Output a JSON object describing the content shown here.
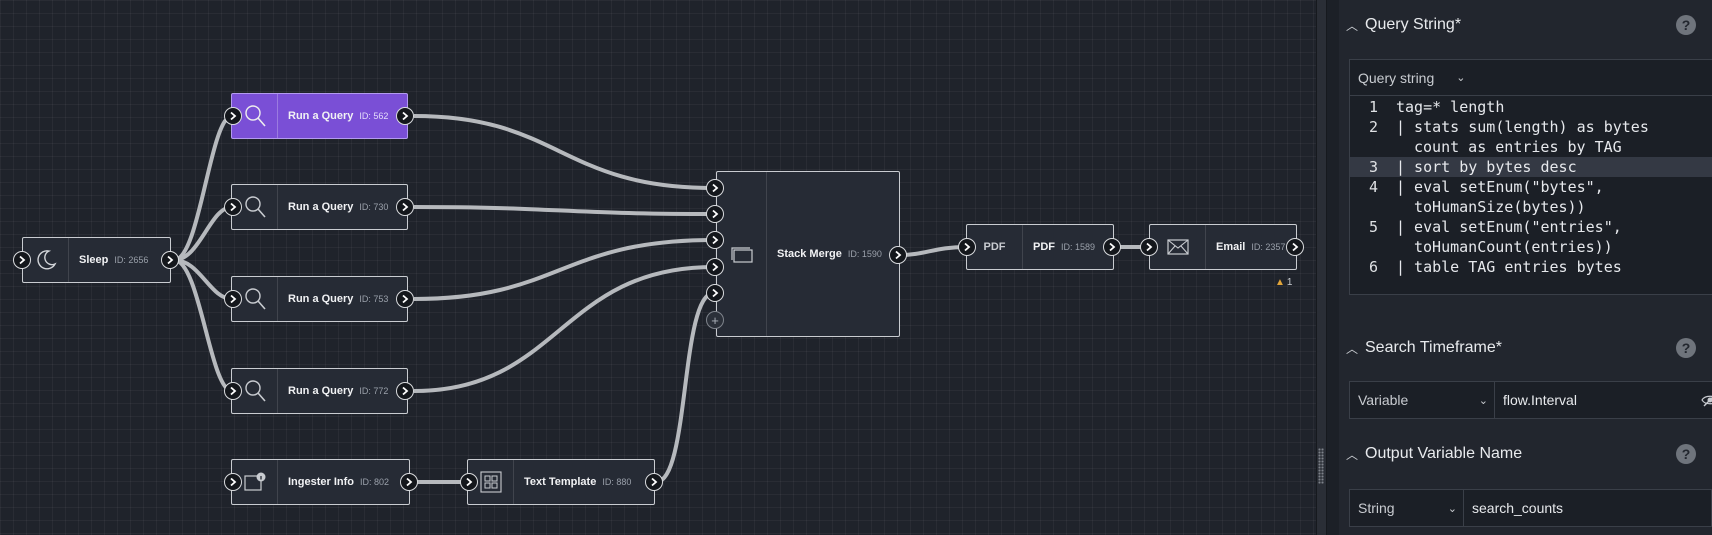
{
  "canvas": {
    "nodes": [
      {
        "key": "sleep",
        "title": "Sleep",
        "id_label": "ID: 2656",
        "icon": "moon-icon"
      },
      {
        "key": "q562",
        "title": "Run a Query",
        "id_label": "ID: 562",
        "icon": "search-icon",
        "selected": true
      },
      {
        "key": "q730",
        "title": "Run a Query",
        "id_label": "ID: 730",
        "icon": "search-icon"
      },
      {
        "key": "q753",
        "title": "Run a Query",
        "id_label": "ID: 753",
        "icon": "search-icon"
      },
      {
        "key": "q772",
        "title": "Run a Query",
        "id_label": "ID: 772",
        "icon": "search-icon"
      },
      {
        "key": "merge",
        "title": "Stack Merge",
        "id_label": "ID: 1590",
        "icon": "stack-icon"
      },
      {
        "key": "pdf",
        "title": "PDF",
        "id_label": "ID: 1589",
        "icon": "pdf-icon",
        "icon_text": "PDF"
      },
      {
        "key": "email",
        "title": "Email",
        "id_label": "ID: 2357",
        "icon": "envelope-icon"
      },
      {
        "key": "ingester",
        "title": "Ingester Info",
        "id_label": "ID: 802",
        "icon": "ingester-info-icon"
      },
      {
        "key": "template",
        "title": "Text Template",
        "id_label": "ID: 880",
        "icon": "template-grid-icon"
      }
    ],
    "email_warning_count": "1",
    "add_input_symbol": "+"
  },
  "panel": {
    "query_section": {
      "label": "Query String*",
      "mode_select": "Query string",
      "lines": [
        {
          "num": "1",
          "text": "tag=* length"
        },
        {
          "num": "2",
          "text": "| stats sum(length) as bytes",
          "cont": "count as entries by TAG"
        },
        {
          "num": "3",
          "text": "| sort by bytes desc",
          "highlight": true
        },
        {
          "num": "4",
          "text": "| eval setEnum(\"bytes\",",
          "cont": "toHumanSize(bytes))"
        },
        {
          "num": "5",
          "text": "| eval setEnum(\"entries\",",
          "cont": "toHumanCount(entries))"
        },
        {
          "num": "6",
          "text": "| table TAG entries bytes"
        }
      ]
    },
    "timeframe_section": {
      "label": "Search Timeframe*",
      "type_select": "Variable",
      "value": "flow.Interval"
    },
    "output_section": {
      "label": "Output Variable Name",
      "type_select": "String",
      "value": "search_counts"
    },
    "help_symbol": "?"
  },
  "colors": {
    "selected_node": "#7a4fd6",
    "wire": "#b6b9bd",
    "warning": "#e0a43a"
  }
}
